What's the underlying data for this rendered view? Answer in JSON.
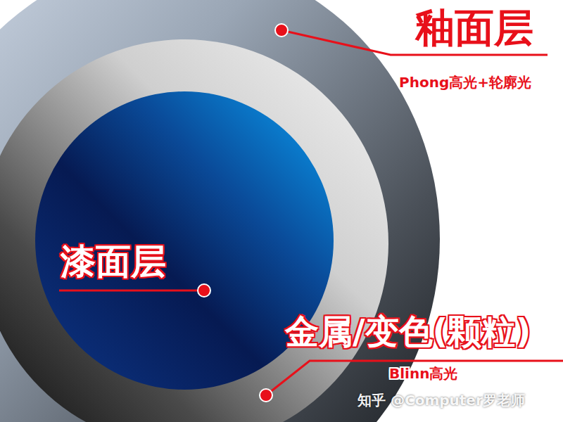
{
  "diagram": {
    "labels": [
      "釉面层",
      "Phong高光+轮廓光",
      "漆面层",
      "金属/变色(颗粒)",
      "Blinn高光",
      "知乎 @Computer罗老师"
    ]
  }
}
